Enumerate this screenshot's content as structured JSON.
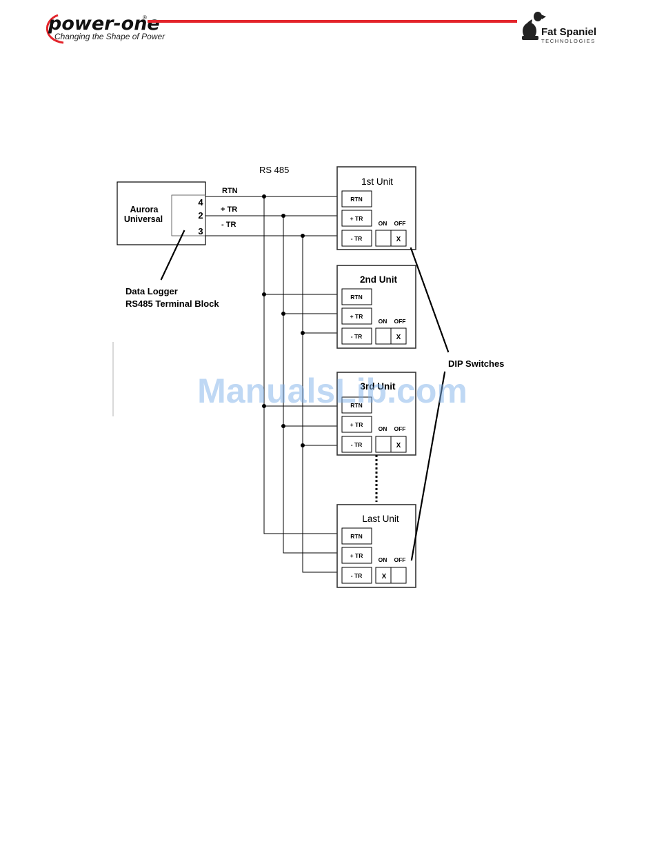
{
  "header": {
    "logo_left": {
      "name": "power-one",
      "reg": "®",
      "tagline": "Changing the Shape of Power"
    },
    "logo_right": {
      "name": "Fat Spaniel",
      "sub": "TECHNOLOGIES"
    },
    "accent_color": "#e3242b"
  },
  "diagram": {
    "bus_label": "RS 485",
    "logger": {
      "title_line1": "Aurora",
      "title_line2": "Universal",
      "terminals": [
        "4",
        "2",
        "3"
      ],
      "caption_line1": "Data Logger",
      "caption_line2": "RS485 Terminal Block"
    },
    "line_labels": [
      "RTN",
      "+ TR",
      "- TR"
    ],
    "units": [
      {
        "title": "1st Unit",
        "switch_on": "",
        "switch_off": "X"
      },
      {
        "title": "2nd Unit",
        "switch_on": "",
        "switch_off": "X"
      },
      {
        "title": "3rd Unit",
        "switch_on": "",
        "switch_off": "X"
      },
      {
        "title": "Last Unit",
        "switch_on": "X",
        "switch_off": ""
      }
    ],
    "terminal_labels": [
      "RTN",
      "+ TR",
      "- TR"
    ],
    "switch_on_label": "ON",
    "switch_off_label": "OFF",
    "dip_label": "DIP Switches"
  },
  "watermark": "ManualsLib.com"
}
